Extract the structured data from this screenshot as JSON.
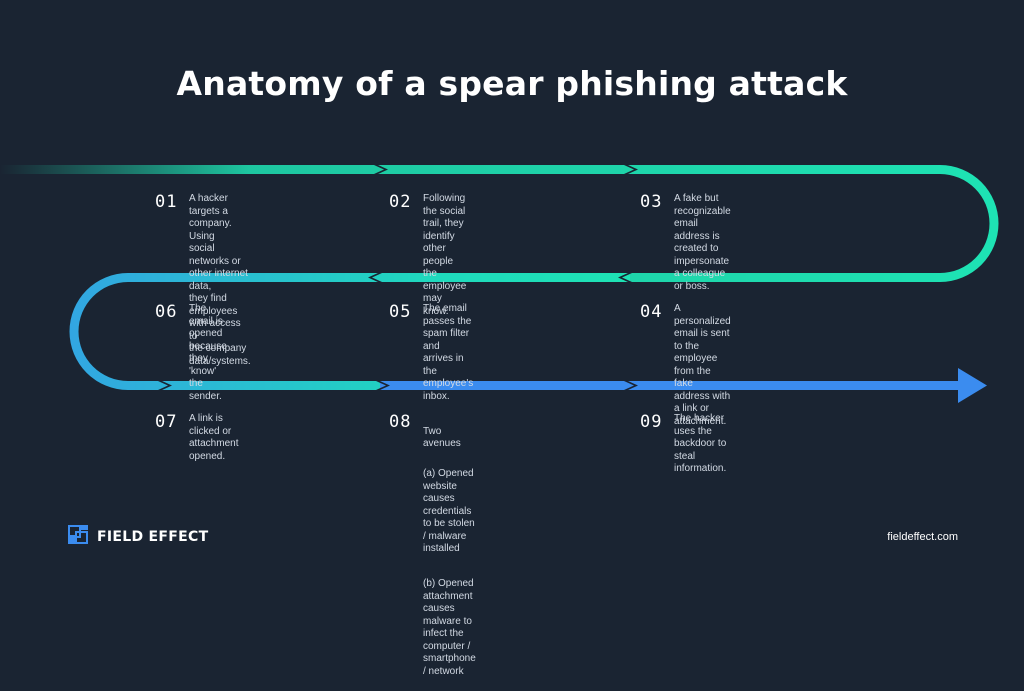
{
  "title": "Anatomy of a spear phishing attack",
  "colors": {
    "background": "#1a2432",
    "teal": "#1ee3b4",
    "blue": "#3b8cef"
  },
  "steps": [
    {
      "num": "01",
      "text": "A hacker targets a company. Using\nsocial networks or other internet data,\nthey find employees with access to\nthe company data/systems."
    },
    {
      "num": "02",
      "text": "Following the social trail, they identify\nother people the employee may know."
    },
    {
      "num": "03",
      "text": "A fake but recognizable email address is\ncreated to impersonate a colleague or boss."
    },
    {
      "num": "04",
      "text": "A personalized email is sent to the employee\nfrom the fake address with a link or attachment."
    },
    {
      "num": "05",
      "text": "The email passes the spam filter and\narrives in the employee's inbox."
    },
    {
      "num": "06",
      "text": "The email is opened because they\n'know' the sender."
    },
    {
      "num": "07",
      "text": "A link is clicked or attachment opened."
    },
    {
      "num": "08",
      "text": "Two avenues",
      "sub_a": "(a) Opened website causes credentials\nto be stolen / malware installed",
      "sub_b": "(b) Opened attachment causes malware to\ninfect the computer / smartphone / network"
    },
    {
      "num": "09",
      "text": "The hacker uses the backdoor to steal information."
    }
  ],
  "footer": {
    "brand": "FIELD EFFECT",
    "logo_icon": "field-effect-logo-icon",
    "website": "fieldeffect.com"
  }
}
